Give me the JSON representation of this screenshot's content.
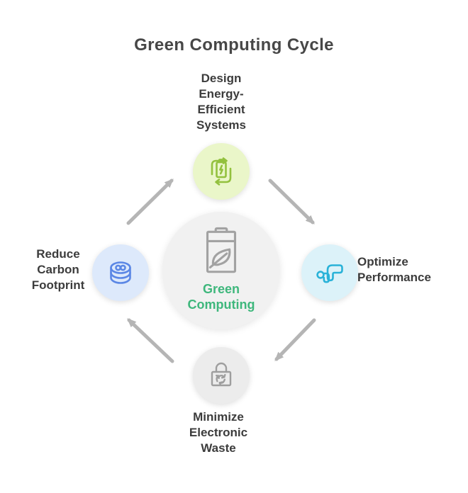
{
  "title": "Green Computing Cycle",
  "center": {
    "label": "Green Computing",
    "icon": "battery-leaf-icon",
    "bg_color": "#f1f1f1",
    "icon_color": "#a2a2a2",
    "label_color": "#3eb77c"
  },
  "nodes": {
    "top": {
      "label_lines": [
        "Design",
        "Energy-",
        "Efficient",
        "Systems"
      ],
      "icon": "battery-recycle-icon",
      "bg_color": "#eaf6c9",
      "icon_color": "#93c13e"
    },
    "right": {
      "label_lines": [
        "Optimize",
        "Performance"
      ],
      "icon": "corner-arrows-icon",
      "bg_color": "#dcf2f9",
      "icon_color": "#29b2d8"
    },
    "bottom": {
      "label_lines": [
        "Minimize",
        "Electronic",
        "Waste"
      ],
      "icon": "lock-recycle-icon",
      "bg_color": "#ececec",
      "icon_color": "#9e9e9e"
    },
    "left": {
      "label_lines": [
        "Reduce",
        "Carbon",
        "Footprint"
      ],
      "icon": "coins-stack-icon",
      "bg_color": "#dde9fb",
      "icon_color": "#5b87e5"
    }
  },
  "arrows": {
    "color": "#b5b5b5",
    "direction": "clockwise"
  },
  "text_color": "#3c3c3c"
}
